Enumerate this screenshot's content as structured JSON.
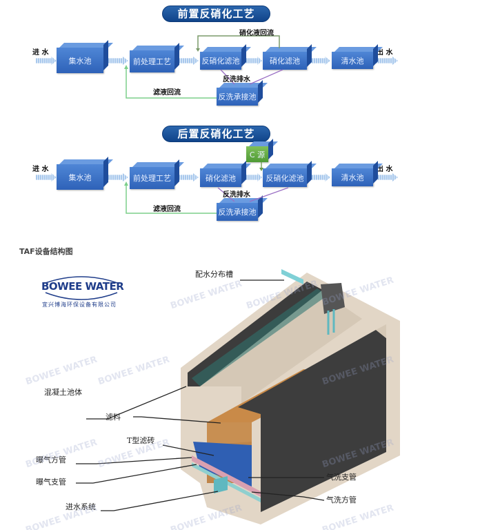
{
  "pre": {
    "title": "前置反硝化工艺",
    "in": "进 水",
    "out": "出 水",
    "boxes": [
      "集水池",
      "前处理工艺",
      "反硝化滤池",
      "硝化滤池",
      "清水池"
    ],
    "recycle": "硝化液回流",
    "backwash": "反洗排水",
    "tank": "反洗承接池",
    "filtrate": "滤液回流"
  },
  "post": {
    "title": "后置反硝化工艺",
    "in": "进 水",
    "out": "出 水",
    "boxes": [
      "集水池",
      "前处理工艺",
      "硝化滤池",
      "反硝化滤池",
      "清水池"
    ],
    "carbon": "C 源",
    "backwash": "反洗排水",
    "tank": "反洗承接池",
    "filtrate": "滤液回流"
  },
  "taf": {
    "heading": "TAF设备结构图",
    "logo": "BOWEE WATER",
    "logo_sub": "宜兴博海环保设备有限公司",
    "watermark": "BOWEE WATER",
    "labels": {
      "distribution": "配水分布槽",
      "concrete": "混凝土池体",
      "media": "滤料",
      "tbrick": "T型滤砖",
      "aer_main": "曝气方管",
      "aer_branch": "曝气支管",
      "inlet": "进水系统",
      "air_branch": "气洗支管",
      "air_main": "气洗方管"
    }
  },
  "colors": {
    "blue": "#2e62b8",
    "green_line": "#7ccf8a",
    "purple_line": "#9a6fc4"
  }
}
